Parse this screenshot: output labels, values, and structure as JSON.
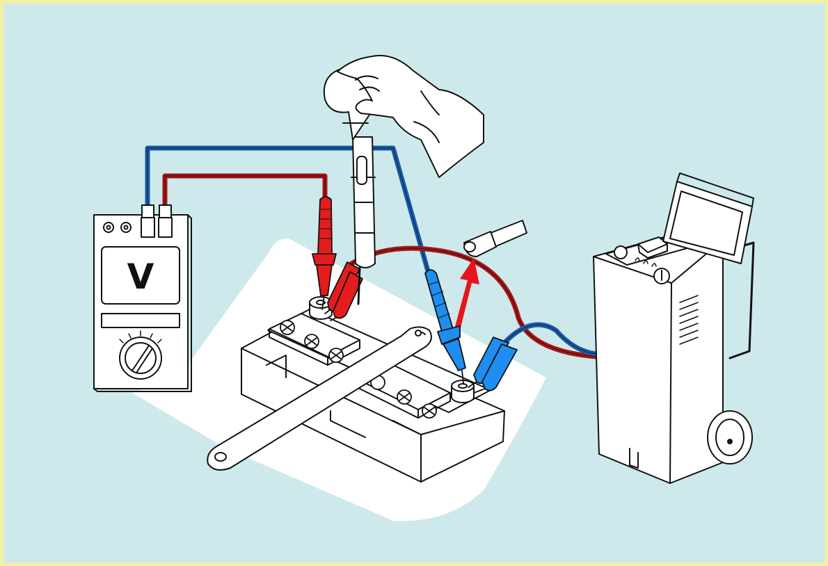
{
  "figure": {
    "background_color": "#cde9ec",
    "border_color": "#f4f0a2",
    "wire_colors": {
      "positive": "#a61616",
      "negative": "#1b5aa6"
    },
    "arrow_color": "#e8141c"
  },
  "voltmeter": {
    "display_symbol": "V",
    "icon": "voltmeter-icon"
  },
  "charger": {
    "icon": "battery-charger-icon"
  },
  "tools": [
    {
      "name": "torque-screwdriver",
      "icon": "screwdriver-icon"
    },
    {
      "name": "wrench",
      "icon": "wrench-icon"
    },
    {
      "name": "gloved-hand",
      "icon": "hand-icon"
    }
  ],
  "battery": {
    "icon": "battery-icon"
  }
}
